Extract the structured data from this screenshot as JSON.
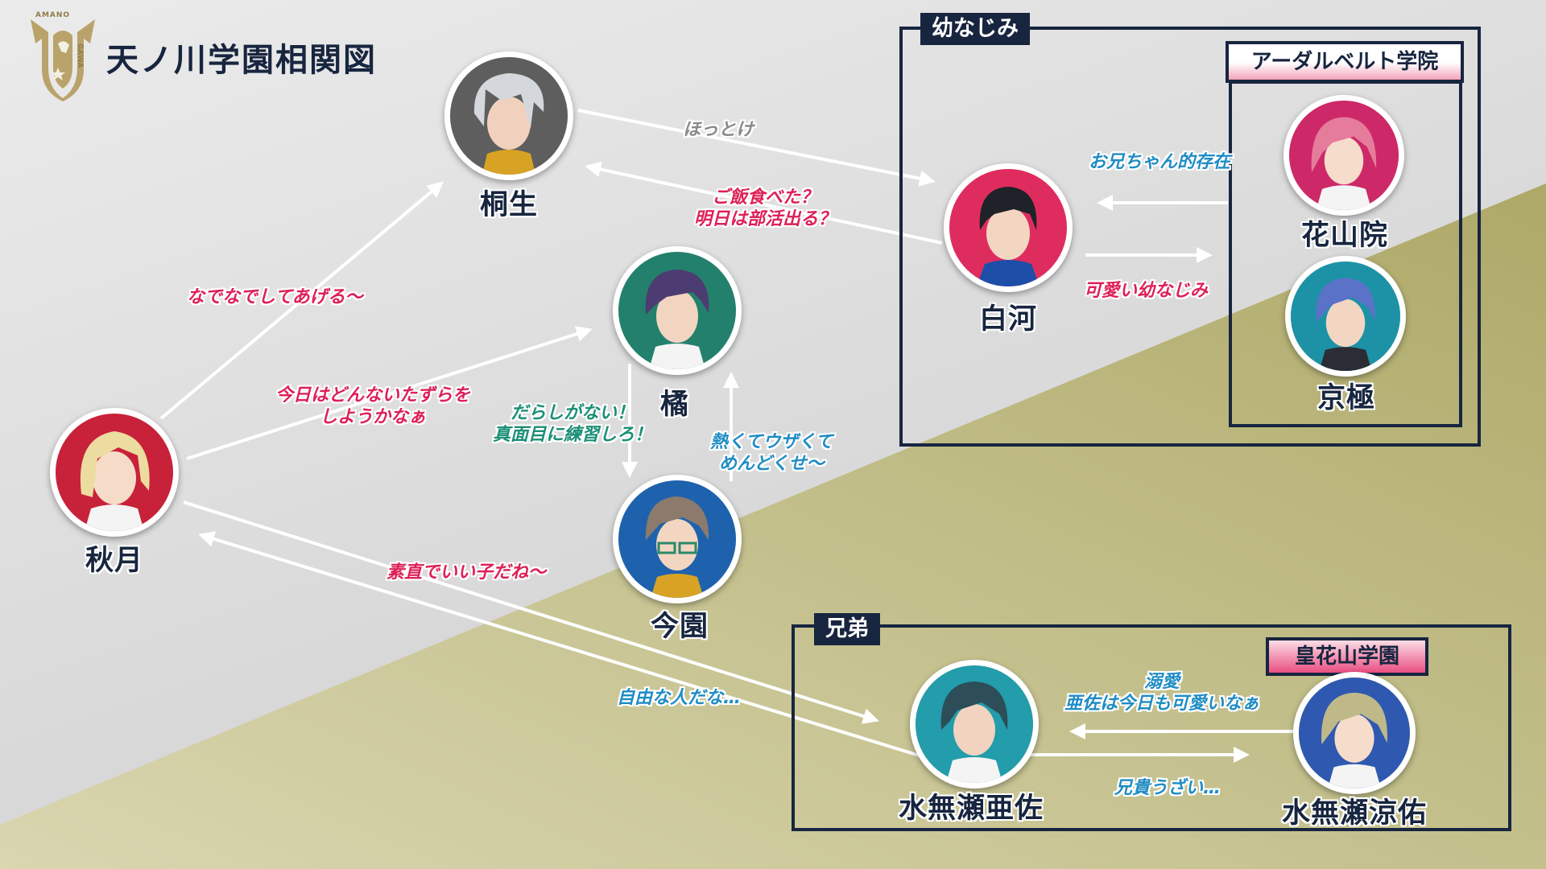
{
  "title": "天ノ川学園相関図",
  "logo": {
    "text_top": "AMANO",
    "text_bottom": "GAWA",
    "icon": "winged-horse-shield-icon"
  },
  "colors": {
    "navy": "#17253f",
    "red": "#dd2157",
    "green": "#1b8f76",
    "blue": "#1f8cc4",
    "background_olive": "#c9c496"
  },
  "groups": {
    "osananajimi": "幼なじみ",
    "kyoudai": "兄弟",
    "adalbert": "アーダルベルト学院",
    "kouka": "皇花山学園"
  },
  "characters": {
    "kiryu": {
      "name": "桐生",
      "bg": "#5e5e5e",
      "hair": "#d4d8dc"
    },
    "akizuki": {
      "name": "秋月",
      "bg": "#c8213a",
      "hair": "#ecdca0"
    },
    "tachibana": {
      "name": "橘",
      "bg": "#23806c",
      "hair": "#4d3c72"
    },
    "imazono": {
      "name": "今園",
      "bg": "#1e62ad",
      "hair": "#8c7a6c"
    },
    "shirakawa": {
      "name": "白河",
      "bg": "#df2c5e",
      "hair": "#1f2228"
    },
    "hanayamain": {
      "name": "花山院",
      "bg": "#cd2868",
      "hair": "#e57c9c"
    },
    "kyogoku": {
      "name": "京極",
      "bg": "#1d92a6",
      "hair": "#5a72c8"
    },
    "minaseasa": {
      "name": "水無瀬亜佐",
      "bg": "#239cab",
      "hair": "#2d4e58"
    },
    "minaseryosuke": {
      "name": "水無瀬涼佑",
      "bg": "#2f59b0",
      "hair": "#bfb98a"
    }
  },
  "relations": {
    "hottoke": "ほっとけ",
    "gohan_1": "ご飯食べた？",
    "gohan_2": "明日は部活出る？",
    "nadenade": "なでなでしてあげる〜",
    "kyouwa_1": "今日はどんないたずらを",
    "kyouwa_2": "しようかなぁ",
    "darashi_1": "だらしがない！",
    "darashi_2": "真面目に練習しろ！",
    "atsukute_1": "熱くてウザくて",
    "atsukute_2": "めんどくせ〜",
    "sunao": "素直でいい子だね〜",
    "jiyuu": "自由な人だな…",
    "oniichan": "お兄ちゃん的存在",
    "kawaii_osana": "可愛い幼なじみ",
    "dekiai_1": "溺愛",
    "dekiai_2": "亜佐は今日も可愛いなぁ",
    "anikiuzai": "兄貴うざい…"
  }
}
